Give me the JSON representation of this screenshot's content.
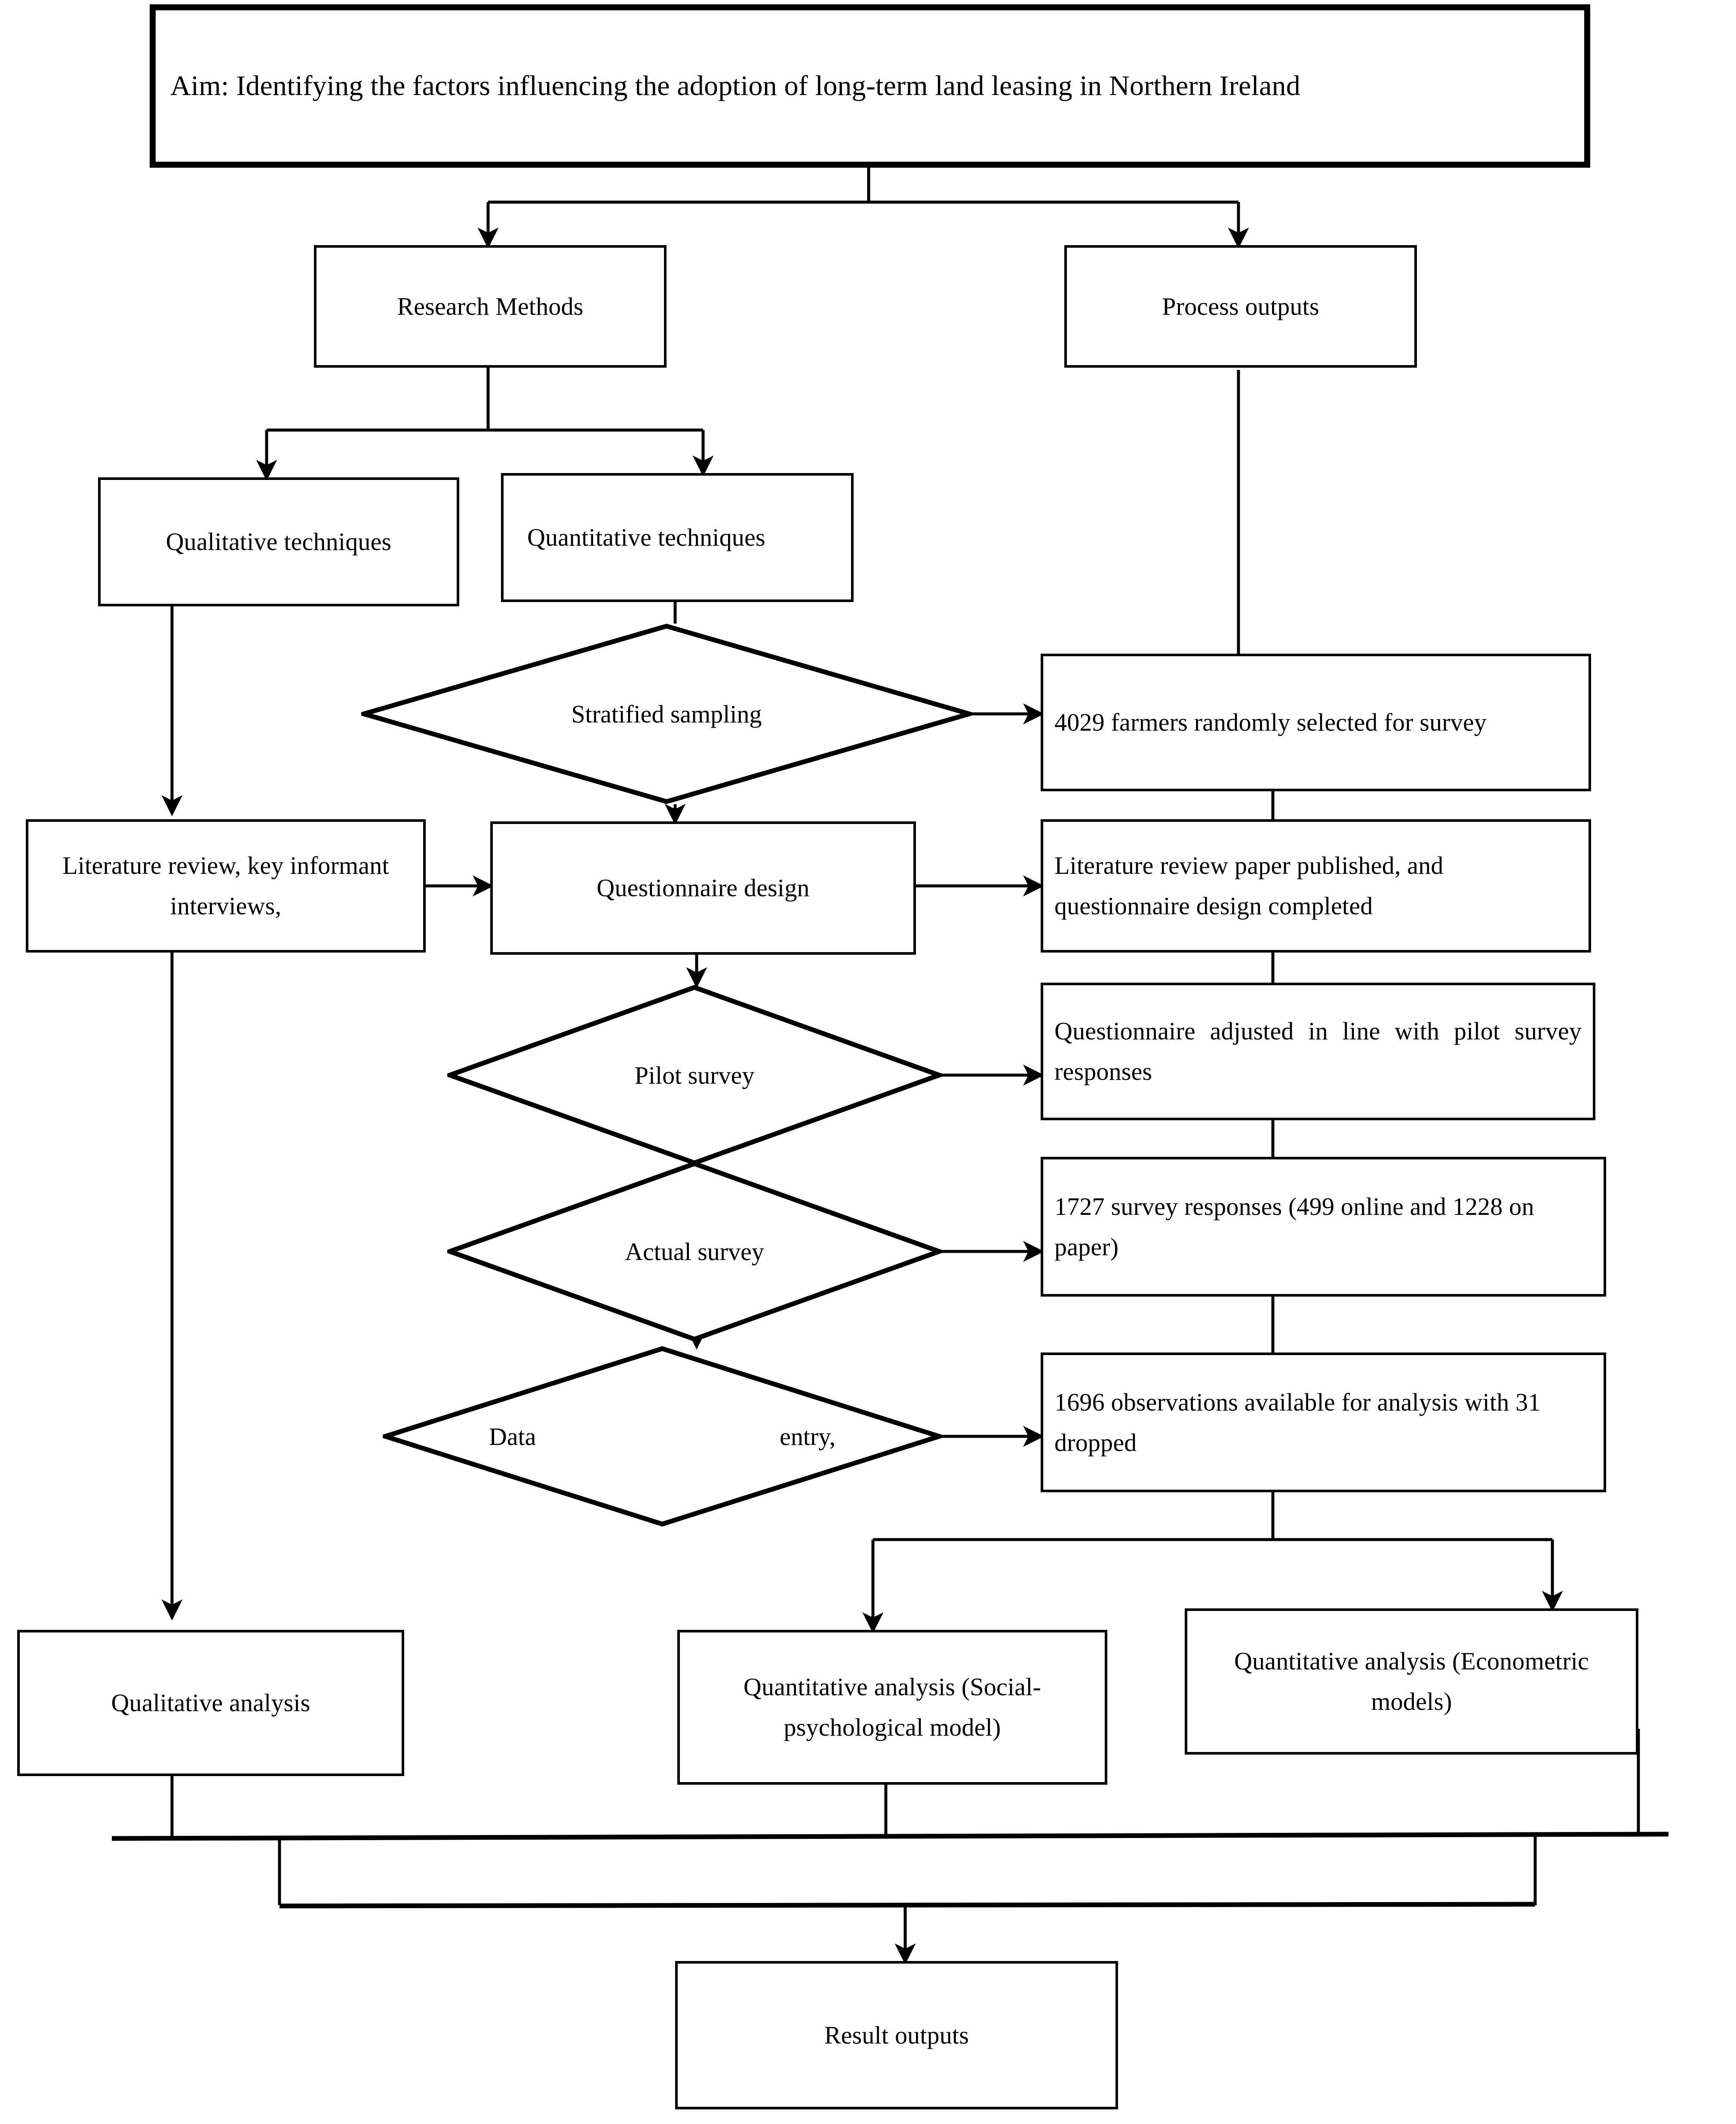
{
  "diagram": {
    "title": "Research methodology flowchart",
    "stroke_color": "#000000",
    "background_color": "#ffffff"
  },
  "nodes": {
    "aim": {
      "label": "Aim: Identifying the factors influencing the adoption of long-term land leasing in Northern Ireland",
      "shape": "rectangle"
    },
    "research_methods": {
      "label": "Research Methods",
      "shape": "rectangle"
    },
    "process_outputs": {
      "label": "Process outputs",
      "shape": "rectangle"
    },
    "qualitative_techniques": {
      "label": "Qualitative techniques",
      "shape": "rectangle"
    },
    "quantitative_techniques": {
      "label": "Quantitative techniques",
      "shape": "rectangle"
    },
    "stratified_sampling": {
      "label": "Stratified sampling",
      "shape": "diamond"
    },
    "farmers_selected": {
      "label": "4029 farmers randomly selected for survey",
      "shape": "rectangle"
    },
    "literature_review": {
      "label": "Literature review, key informant interviews,",
      "shape": "rectangle"
    },
    "questionnaire_design": {
      "label": "Questionnaire design",
      "shape": "rectangle"
    },
    "literature_published": {
      "label": "Literature review paper published, and questionnaire design completed",
      "shape": "rectangle"
    },
    "pilot_survey": {
      "label": "Pilot survey",
      "shape": "diamond"
    },
    "questionnaire_adjusted": {
      "label": "Questionnaire adjusted in line with pilot survey responses",
      "shape": "rectangle"
    },
    "actual_survey": {
      "label": "Actual survey",
      "shape": "diamond"
    },
    "survey_responses": {
      "label": "1727 survey responses (499 online and 1228 on paper)",
      "shape": "rectangle"
    },
    "data_entry": {
      "label": "Data        entry,",
      "shape": "diamond"
    },
    "observations_available": {
      "label": "1696 observations available for analysis with 31 dropped",
      "shape": "rectangle"
    },
    "qualitative_analysis": {
      "label": "Qualitative analysis",
      "shape": "rectangle"
    },
    "quantitative_social": {
      "label": "Quantitative analysis (Social-psychological model)",
      "shape": "rectangle"
    },
    "quantitative_econometric": {
      "label": "Quantitative analysis (Econometric models)",
      "shape": "rectangle"
    },
    "result_outputs": {
      "label": "Result outputs",
      "shape": "rectangle"
    }
  },
  "edges": [
    {
      "from": "aim",
      "to": "research_methods"
    },
    {
      "from": "aim",
      "to": "process_outputs"
    },
    {
      "from": "research_methods",
      "to": "qualitative_techniques"
    },
    {
      "from": "research_methods",
      "to": "quantitative_techniques"
    },
    {
      "from": "qualitative_techniques",
      "to": "literature_review"
    },
    {
      "from": "quantitative_techniques",
      "to": "stratified_sampling"
    },
    {
      "from": "stratified_sampling",
      "to": "farmers_selected"
    },
    {
      "from": "stratified_sampling",
      "to": "questionnaire_design"
    },
    {
      "from": "process_outputs",
      "to": "farmers_selected"
    },
    {
      "from": "literature_review",
      "to": "questionnaire_design"
    },
    {
      "from": "questionnaire_design",
      "to": "literature_published"
    },
    {
      "from": "questionnaire_design",
      "to": "pilot_survey"
    },
    {
      "from": "farmers_selected",
      "to": "literature_published"
    },
    {
      "from": "pilot_survey",
      "to": "questionnaire_adjusted"
    },
    {
      "from": "pilot_survey",
      "to": "actual_survey"
    },
    {
      "from": "literature_published",
      "to": "questionnaire_adjusted"
    },
    {
      "from": "actual_survey",
      "to": "survey_responses"
    },
    {
      "from": "actual_survey",
      "to": "data_entry"
    },
    {
      "from": "questionnaire_adjusted",
      "to": "survey_responses"
    },
    {
      "from": "data_entry",
      "to": "observations_available"
    },
    {
      "from": "survey_responses",
      "to": "observations_available"
    },
    {
      "from": "observations_available",
      "to": "quantitative_social"
    },
    {
      "from": "observations_available",
      "to": "quantitative_econometric"
    },
    {
      "from": "literature_review",
      "to": "qualitative_analysis"
    },
    {
      "from": "qualitative_analysis",
      "to": "result_outputs"
    },
    {
      "from": "quantitative_social",
      "to": "result_outputs"
    },
    {
      "from": "quantitative_econometric",
      "to": "result_outputs"
    }
  ]
}
